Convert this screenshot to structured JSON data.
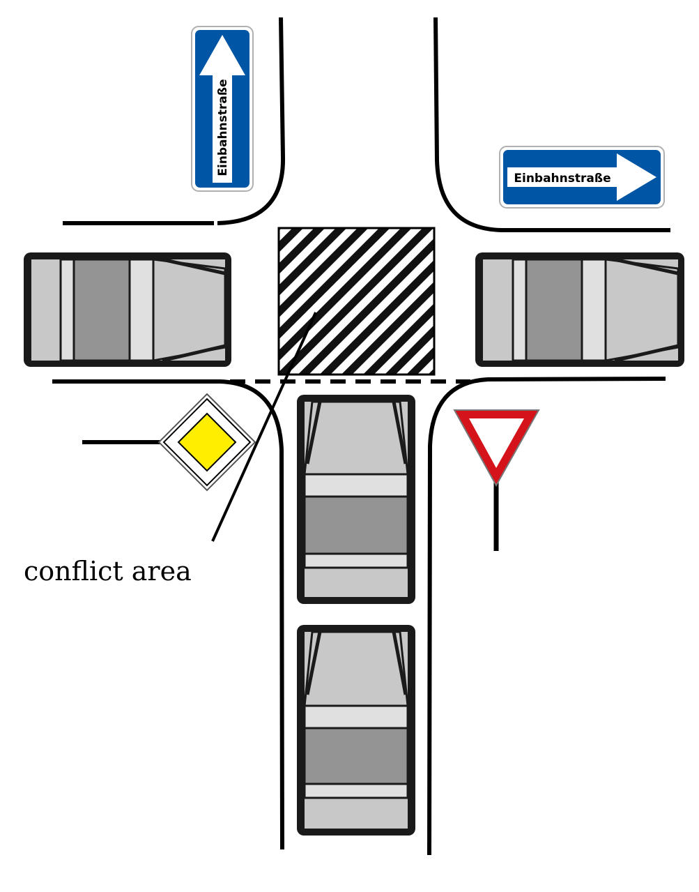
{
  "signs": {
    "one_way_north": {
      "text": "Einbahnstraße",
      "icon": "arrow-up-icon"
    },
    "one_way_east": {
      "text": "Einbahnstraße",
      "icon": "arrow-right-icon"
    },
    "priority_road": {
      "icon": "priority-road-diamond-icon"
    },
    "yield": {
      "icon": "yield-triangle-icon"
    }
  },
  "annotation": {
    "conflict_area_label": "conflict area"
  },
  "colors": {
    "sign_blue": "#0055a4",
    "sign_yellow": "#ffee00",
    "sign_red": "#d4131b",
    "car_light": "#c8c8c8",
    "car_mid": "#949494",
    "car_pale": "#e0e0e0",
    "outline": "#1a1a1a"
  }
}
